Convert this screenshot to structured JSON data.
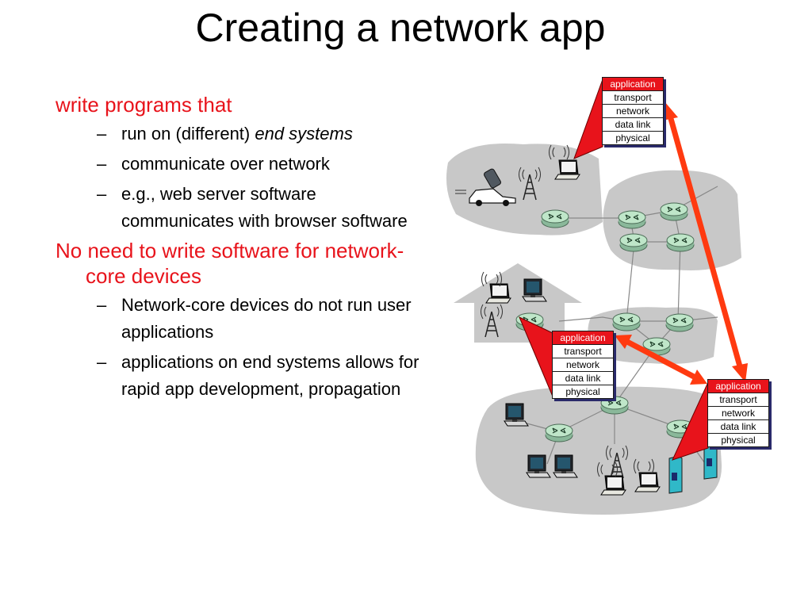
{
  "title": "Creating a network app",
  "bullets": {
    "b1": "write programs that",
    "b1_items": {
      "i1_text": "run on (different) ",
      "i1_italic": "end systems",
      "i2": "communicate over network",
      "i3": "e.g., web server software communicates with browser software"
    },
    "b2": "No need to write software for network-core devices",
    "b2_items": {
      "i1": "Network-core devices do not run user applications",
      "i2": "applications on end systems allows for rapid app development, propagation"
    },
    "dash": "–"
  },
  "stack_layers": {
    "application": "application",
    "transport": "transport",
    "network": "network",
    "data_link": "data link",
    "physical": "physical"
  },
  "colors": {
    "title_text": "#000000",
    "level1_bullet": "#e8131b",
    "arrow": "#ff3a10",
    "cloud": "#c8c8c8",
    "router_fill": "#aad8b8",
    "application_layer": "#e8131b"
  }
}
